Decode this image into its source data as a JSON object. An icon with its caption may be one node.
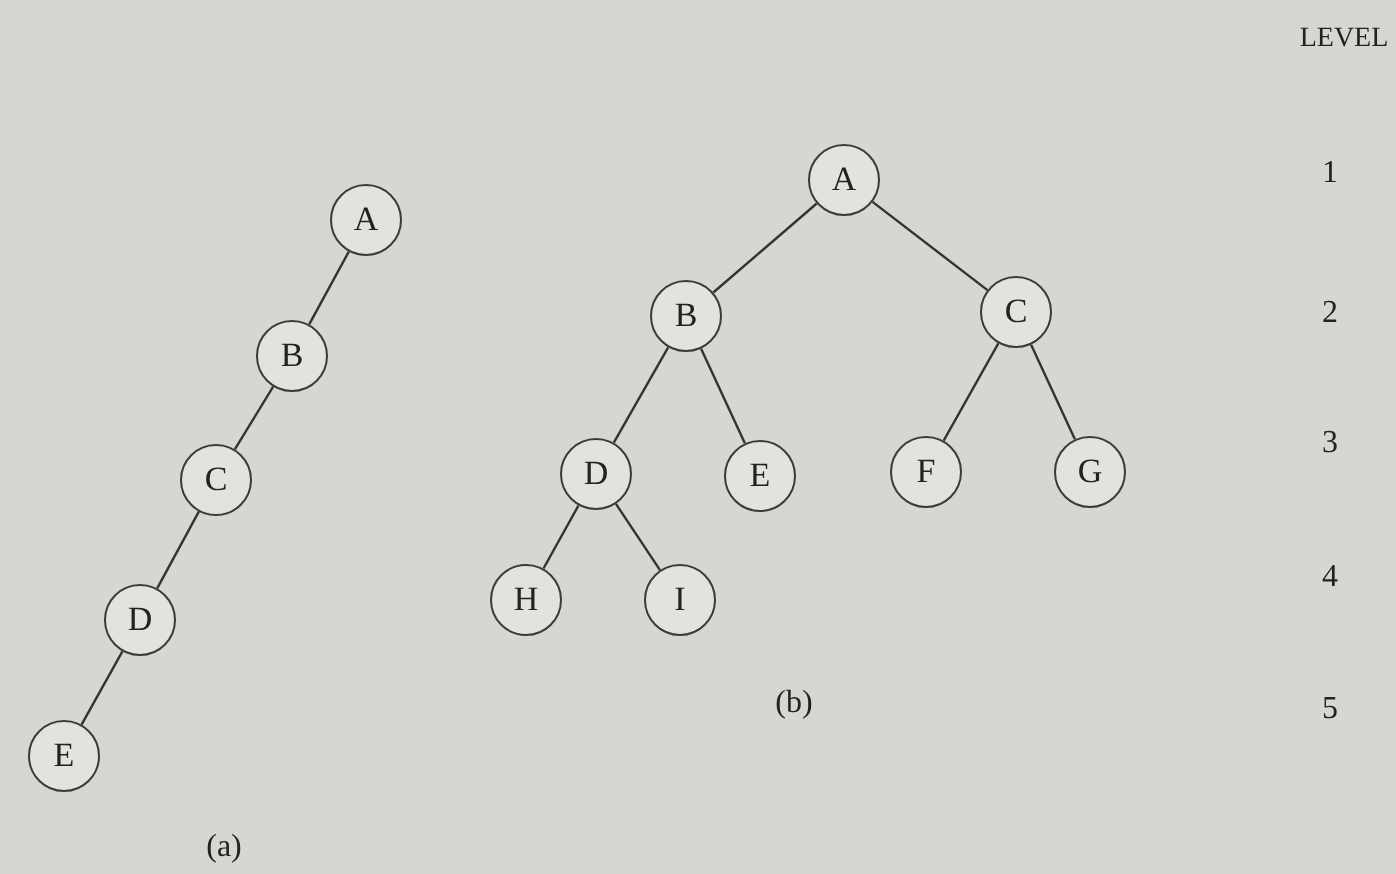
{
  "diagram": {
    "nodes": [
      {
        "text": [
          "A"
        ]
      },
      {
        "text": [
          "B"
        ]
      },
      {
        "text": [
          "C"
        ]
      },
      {
        "text": [
          "D"
        ]
      },
      {
        "text": [
          "E"
        ]
      },
      {
        "text": [
          "A"
        ]
      },
      {
        "text": [
          "B"
        ]
      },
      {
        "text": [
          "C"
        ]
      },
      {
        "text": [
          "D"
        ]
      },
      {
        "text": [
          "E"
        ]
      },
      {
        "text": [
          "F"
        ]
      },
      {
        "text": [
          "G"
        ]
      },
      {
        "text": [
          "H"
        ]
      },
      {
        "text": [
          "I"
        ]
      }
    ],
    "edges": [
      {
        "from": 0,
        "to": 1,
        "arrow": "none"
      },
      {
        "from": 1,
        "to": 2,
        "arrow": "none"
      },
      {
        "from": 2,
        "to": 3,
        "arrow": "none"
      },
      {
        "from": 3,
        "to": 4,
        "arrow": "none"
      },
      {
        "from": 5,
        "to": 6,
        "arrow": "none"
      },
      {
        "from": 5,
        "to": 7,
        "arrow": "none"
      },
      {
        "from": 6,
        "to": 8,
        "arrow": "none"
      },
      {
        "from": 6,
        "to": 9,
        "arrow": "none"
      },
      {
        "from": 7,
        "to": 10,
        "arrow": "none"
      },
      {
        "from": 7,
        "to": 11,
        "arrow": "none"
      },
      {
        "from": 8,
        "to": 12,
        "arrow": "none"
      },
      {
        "from": 8,
        "to": 13,
        "arrow": "none"
      }
    ],
    "labels": [
      "LEVEL",
      "1",
      "2",
      "3",
      "4",
      "5",
      "(b)",
      "(a)"
    ]
  }
}
